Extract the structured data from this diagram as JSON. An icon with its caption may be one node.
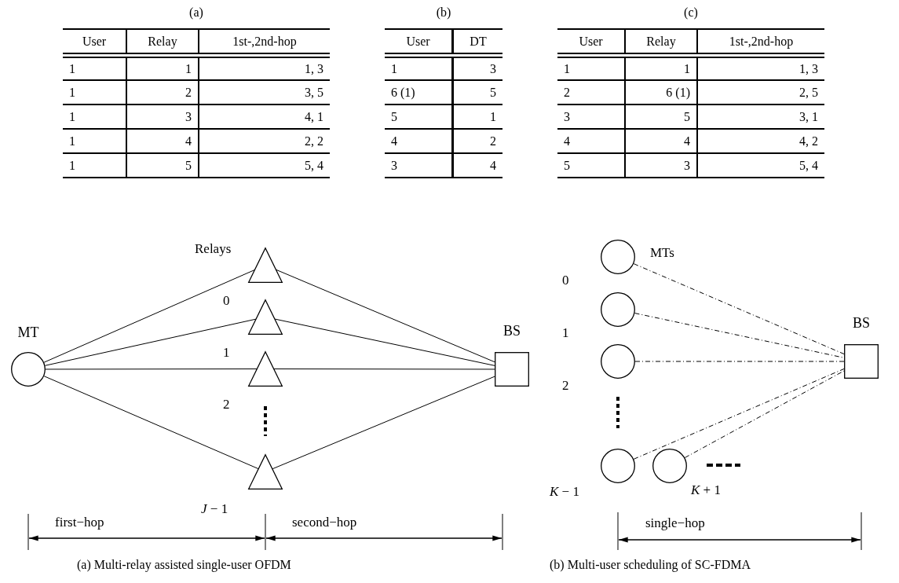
{
  "diagram": {
    "nodes": [
      {
        "text": [
          "MT"
        ]
      },
      {
        "text": [],
        "shape": "triangle"
      },
      {
        "text": [],
        "shape": "triangle"
      },
      {
        "text": [],
        "shape": "triangle"
      },
      {
        "text": [],
        "shape": "triangle"
      },
      {
        "text": [
          "BS"
        ]
      },
      {
        "text": [],
        "shape": "circle"
      },
      {
        "text": [],
        "shape": "circle"
      },
      {
        "text": [],
        "shape": "circle"
      },
      {
        "text": [],
        "shape": "circle"
      },
      {
        "text": [],
        "shape": "circle"
      },
      {
        "text": [
          "BS"
        ]
      }
    ],
    "edges": [
      {
        "from": 0,
        "to": 1,
        "arrow": "none"
      },
      {
        "from": 1,
        "to": 5,
        "arrow": "none"
      },
      {
        "from": 0,
        "to": 2,
        "arrow": "none"
      },
      {
        "from": 2,
        "to": 5,
        "arrow": "none"
      },
      {
        "from": 0,
        "to": 3,
        "arrow": "none"
      },
      {
        "from": 3,
        "to": 5,
        "arrow": "none"
      },
      {
        "from": 0,
        "to": 4,
        "arrow": "none"
      },
      {
        "from": 4,
        "to": 5,
        "arrow": "none"
      },
      {
        "from": 6,
        "to": 11,
        "arrow": "none",
        "style": "dashed"
      },
      {
        "from": 7,
        "to": 11,
        "arrow": "none",
        "style": "dashed"
      },
      {
        "from": 8,
        "to": 11,
        "arrow": "none",
        "style": "dashed"
      },
      {
        "from": 9,
        "to": 11,
        "arrow": "none",
        "style": "dashed"
      },
      {
        "from": 10,
        "to": 11,
        "arrow": "none",
        "style": "dashed"
      }
    ],
    "labels": [
      "(a)",
      "(b)",
      "(c)",
      "User",
      "Relay",
      "1st-,2nd-hop",
      "1",
      "1",
      "1, 3",
      "1",
      "2",
      "3, 5",
      "1",
      "3",
      "4, 1",
      "1",
      "4",
      "2, 2",
      "1",
      "5",
      "5, 4",
      "User",
      "DT",
      "1",
      "3",
      "6 (1)",
      "5",
      "5",
      "1",
      "4",
      "2",
      "3",
      "4",
      "User",
      "Relay",
      "1st-,2nd-hop",
      "1",
      "1",
      "1, 3",
      "2",
      "6 (1)",
      "2, 5",
      "3",
      "5",
      "3, 1",
      "4",
      "4",
      "4, 2",
      "5",
      "3",
      "5, 4",
      "Relays",
      "0",
      "1",
      "2",
      "*J* − 1",
      "first−hop",
      "second−hop",
      "MTs",
      "0",
      "1",
      "2",
      "*K* − 1",
      "*K* + 1",
      "single−hop",
      "(a) Multi-relay assisted single-user OFDM",
      "(b) Multi-user scheduling of SC-FDMA"
    ]
  }
}
